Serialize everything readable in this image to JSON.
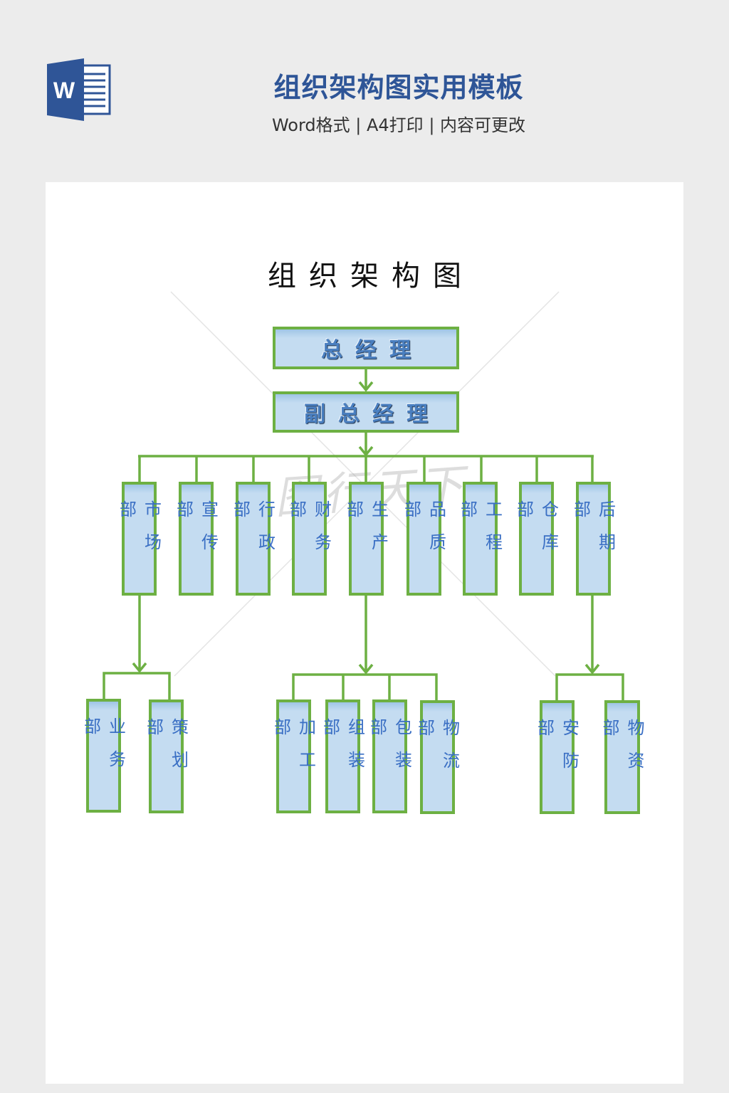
{
  "header": {
    "icon": "word-document-icon",
    "icon_letter": "W",
    "title": "组织架构图实用模板",
    "subtitle": "Word格式 | A4打印 | 内容可更改"
  },
  "document": {
    "title": "组织架构图",
    "watermark": "图行天下",
    "colors": {
      "border": "#6db043",
      "fill": "#c4dcf1",
      "text": "#3a6fc4",
      "connector": "#6db043"
    },
    "org": {
      "top": "总经理",
      "deputy": "副总经理",
      "departments": [
        "市场部",
        "宣传部",
        "行政部",
        "财务部",
        "生产部",
        "品质部",
        "工程部",
        "仓库部",
        "后期部"
      ],
      "sub_departments": {
        "市场部": [
          "业务部",
          "策划部"
        ],
        "生产部": [
          "加工部",
          "组装部",
          "包装部",
          "物流部"
        ],
        "后期部": [
          "安防部",
          "物资部"
        ]
      }
    },
    "labels": {
      "top": "总经理",
      "deputy": "副总经理",
      "d0": "市场部",
      "d1": "宣传部",
      "d2": "行政部",
      "d3": "财务部",
      "d4": "生产部",
      "d5": "品质部",
      "d6": "工程部",
      "d7": "仓库部",
      "d8": "后期部",
      "s0": "业务部",
      "s1": "策划部",
      "s2": "加工部",
      "s3": "组装部",
      "s4": "包装部",
      "s5": "物流部",
      "s6": "安防部",
      "s7": "物资部"
    }
  }
}
